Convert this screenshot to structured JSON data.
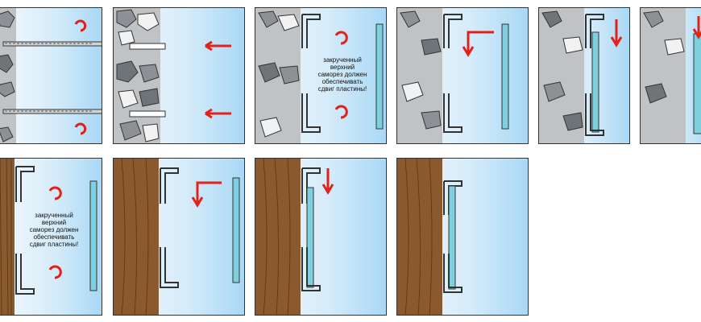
{
  "caption_text": {
    "line1": "закрученный",
    "line2": "верхний",
    "line3": "саморез должен",
    "line4": "обеспечивать",
    "line5": "сдвиг пластины!"
  },
  "colors": {
    "arrow_red": "#e32119",
    "stone_wall": "#bfc3c6",
    "wood_wall": "#8a5a2e",
    "profile_fill": "#7fd0df",
    "sky_light": "#e9f5fd",
    "sky_dark": "#a9d8f5"
  },
  "rows": [
    {
      "wall": "stone",
      "panels": [
        "drill",
        "dowel-insert",
        "screw-bracket-install",
        "slide-bracket-left",
        "lower-profile",
        "mounted"
      ]
    },
    {
      "wall": "wood",
      "panels": [
        "screw-bracket-install",
        "slide-bracket-left",
        "lower-profile",
        "mounted"
      ]
    }
  ]
}
